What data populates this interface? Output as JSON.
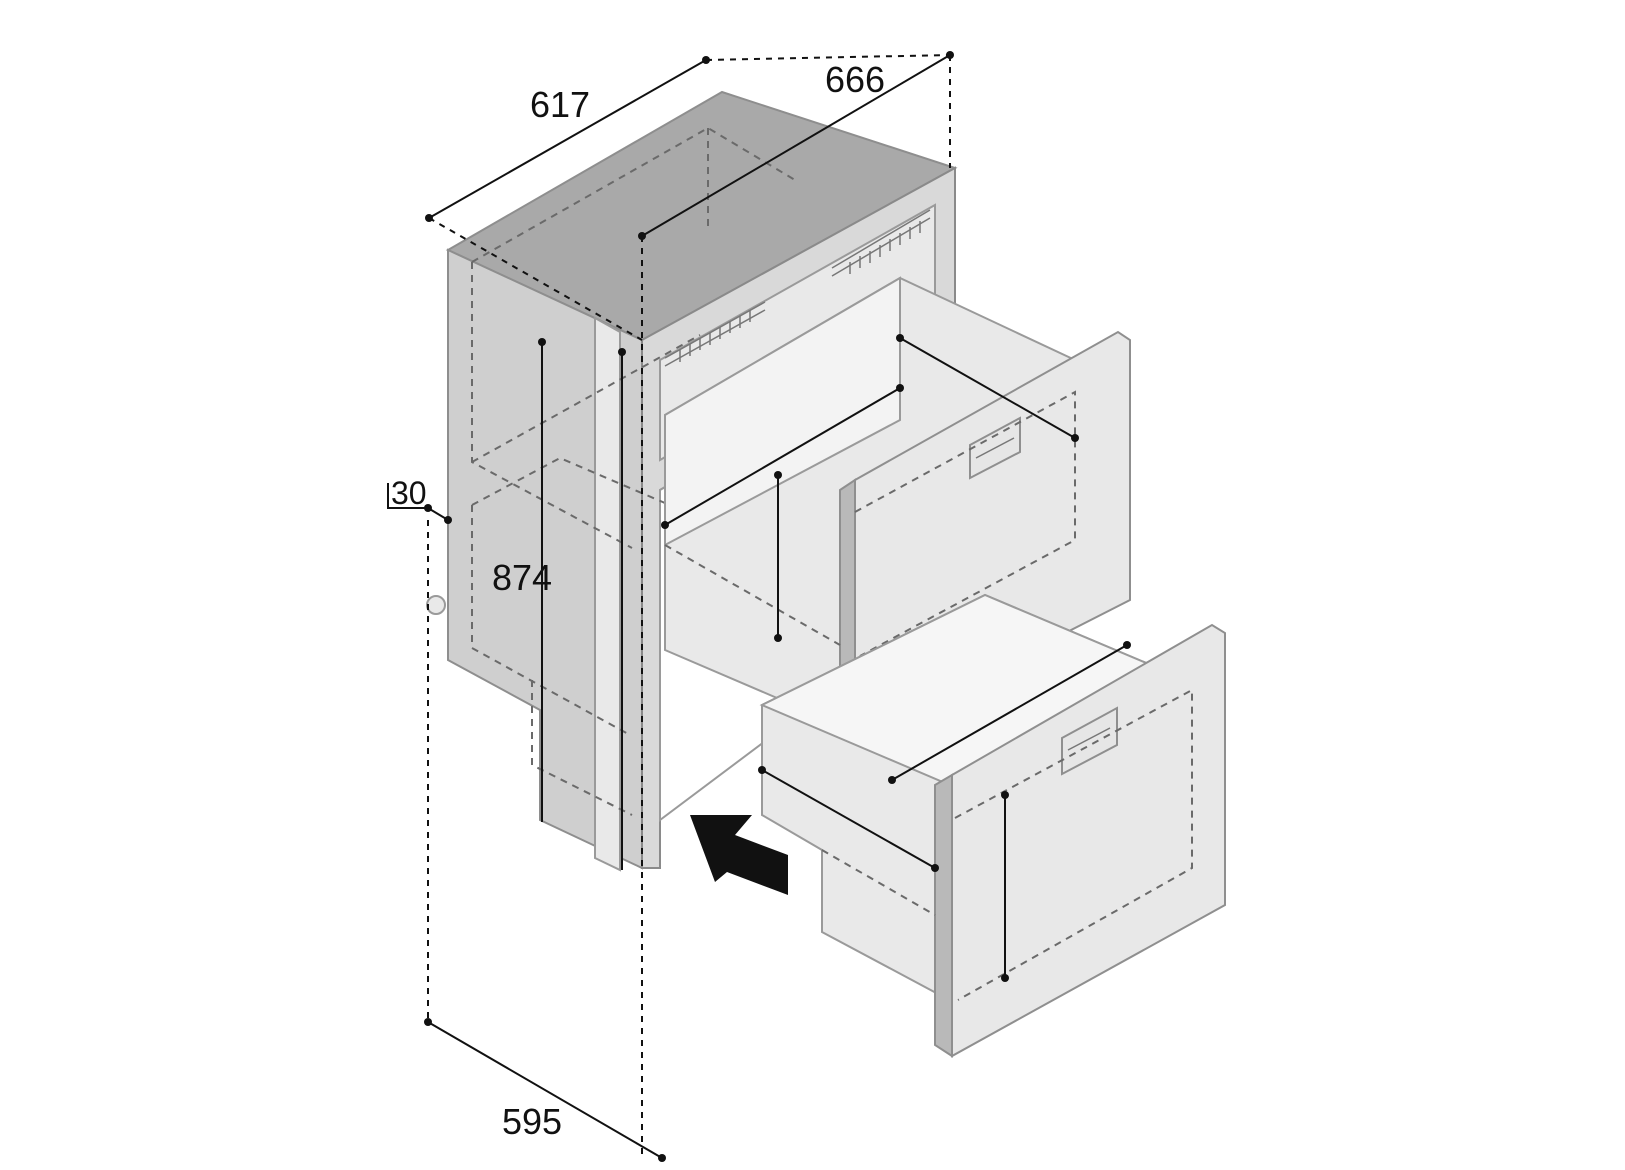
{
  "dimensions": {
    "width_top": "617",
    "depth": "666",
    "height": "874",
    "flange": "30",
    "width_bottom": "595"
  }
}
